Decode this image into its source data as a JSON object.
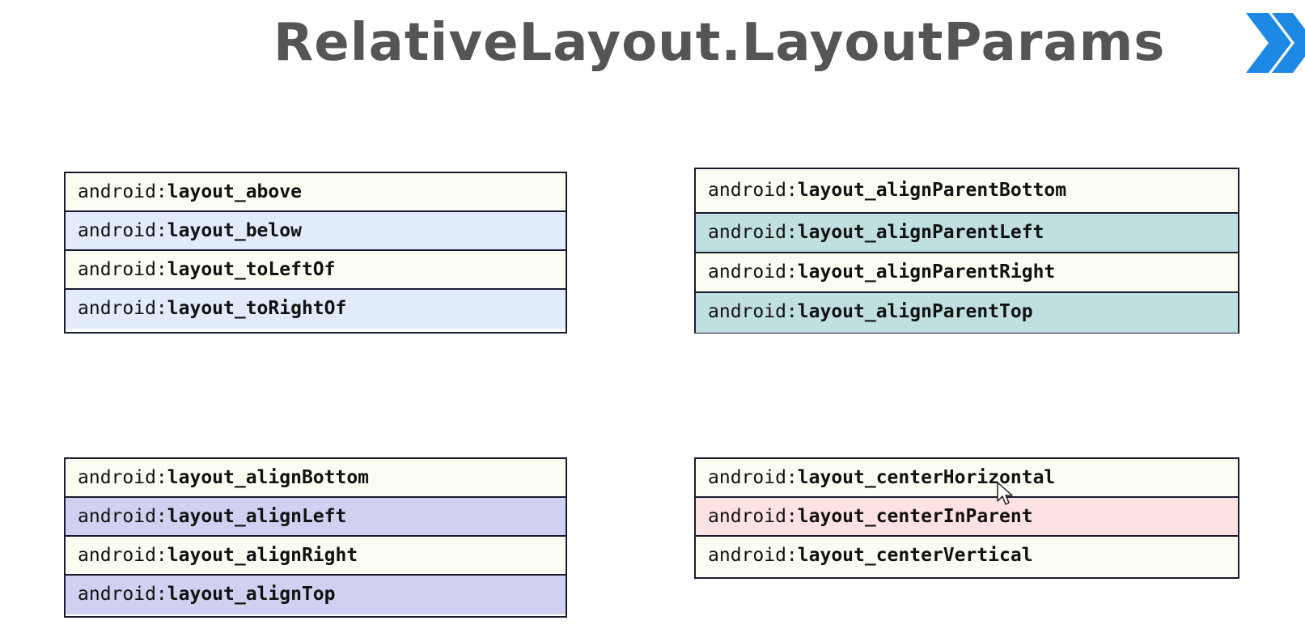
{
  "title": "RelativeLayout.LayoutParams",
  "icons": {
    "nav": "double-chevron-right-icon",
    "cursor": "mouse-cursor-icon"
  },
  "colors": {
    "title": "#555555",
    "chevron": "#1e88e5",
    "cream": "#fcfdf2",
    "lightblue": "#e1ebfb",
    "teal": "#c0dfdf",
    "lavender": "#d0d1f0",
    "pink": "#fde2e4"
  },
  "tables": [
    {
      "rows": [
        {
          "prefix": "android:",
          "attr": "layout_above"
        },
        {
          "prefix": "android:",
          "attr": "layout_below"
        },
        {
          "prefix": "android:",
          "attr": "layout_toLeftOf"
        },
        {
          "prefix": "android:",
          "attr": "layout_toRightOf"
        }
      ]
    },
    {
      "rows": [
        {
          "prefix": "android:",
          "attr": "layout_alignParentBottom"
        },
        {
          "prefix": "android:",
          "attr": "layout_alignParentLeft"
        },
        {
          "prefix": "android:",
          "attr": "layout_alignParentRight"
        },
        {
          "prefix": "android:",
          "attr": "layout_alignParentTop"
        }
      ]
    },
    {
      "rows": [
        {
          "prefix": "android:",
          "attr": "layout_alignBottom"
        },
        {
          "prefix": "android:",
          "attr": "layout_alignLeft"
        },
        {
          "prefix": "android:",
          "attr": "layout_alignRight"
        },
        {
          "prefix": "android:",
          "attr": "layout_alignTop"
        }
      ]
    },
    {
      "rows": [
        {
          "prefix": "android:",
          "attr": "layout_centerHorizontal"
        },
        {
          "prefix": "android:",
          "attr": "layout_centerInParent"
        },
        {
          "prefix": "android:",
          "attr": "layout_centerVertical"
        }
      ]
    }
  ]
}
